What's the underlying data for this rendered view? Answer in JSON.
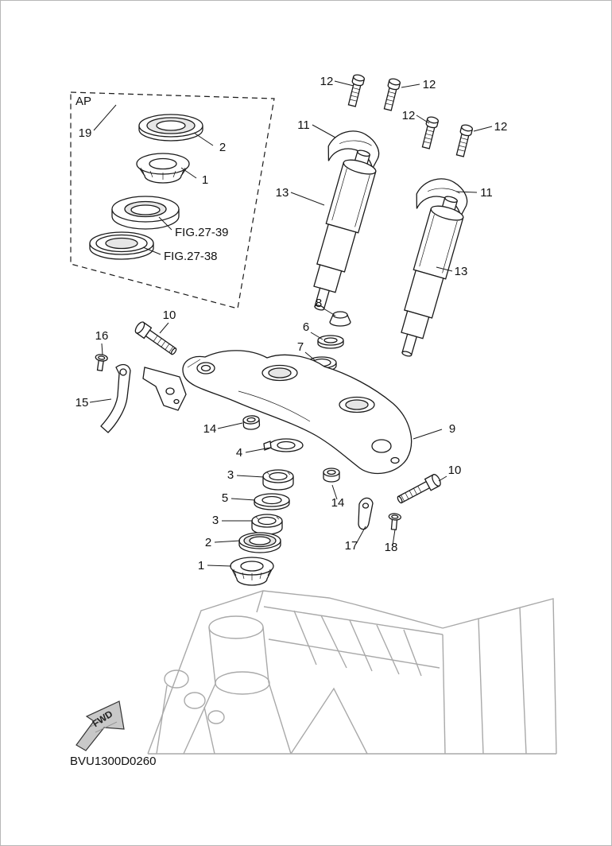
{
  "diagram": {
    "code": "BVU1300D0260",
    "fwd_label": "FWD",
    "inset_label": "AP"
  },
  "callouts": [
    {
      "label": "19",
      "part": "steering-bearing-kit"
    },
    {
      "label": "2",
      "part": "inset-dust-seal"
    },
    {
      "label": "1",
      "part": "inset-upper-bearing"
    },
    {
      "label": "FIG.27-39",
      "part": "figure-reference"
    },
    {
      "label": "FIG.27-38",
      "part": "figure-reference"
    },
    {
      "label": "12",
      "part": "holder-bolt"
    },
    {
      "label": "12",
      "part": "holder-bolt"
    },
    {
      "label": "12",
      "part": "holder-bolt"
    },
    {
      "label": "12",
      "part": "holder-bolt"
    },
    {
      "label": "11",
      "part": "handlebar-holder-left"
    },
    {
      "label": "11",
      "part": "handlebar-holder-right"
    },
    {
      "label": "13",
      "part": "front-fork-left"
    },
    {
      "label": "13",
      "part": "front-fork-right"
    },
    {
      "label": "10",
      "part": "pinch-bolt-left"
    },
    {
      "label": "16",
      "part": "screw"
    },
    {
      "label": "15",
      "part": "stay-bracket"
    },
    {
      "label": "8",
      "part": "steering-stem-nut"
    },
    {
      "label": "6",
      "part": "washer"
    },
    {
      "label": "7",
      "part": "seal-washer"
    },
    {
      "label": "14",
      "part": "flange-nut-left"
    },
    {
      "label": "9",
      "part": "upper-bracket"
    },
    {
      "label": "4",
      "part": "lock-washer"
    },
    {
      "label": "3",
      "part": "ring-nut-upper"
    },
    {
      "label": "5",
      "part": "rubber-washer"
    },
    {
      "label": "3",
      "part": "ring-nut-lower"
    },
    {
      "label": "2",
      "part": "dust-seal"
    },
    {
      "label": "1",
      "part": "upper-bearing"
    },
    {
      "label": "14",
      "part": "flange-nut-right"
    },
    {
      "label": "10",
      "part": "pinch-bolt-right"
    },
    {
      "label": "17",
      "part": "stay"
    },
    {
      "label": "18",
      "part": "screw"
    }
  ]
}
